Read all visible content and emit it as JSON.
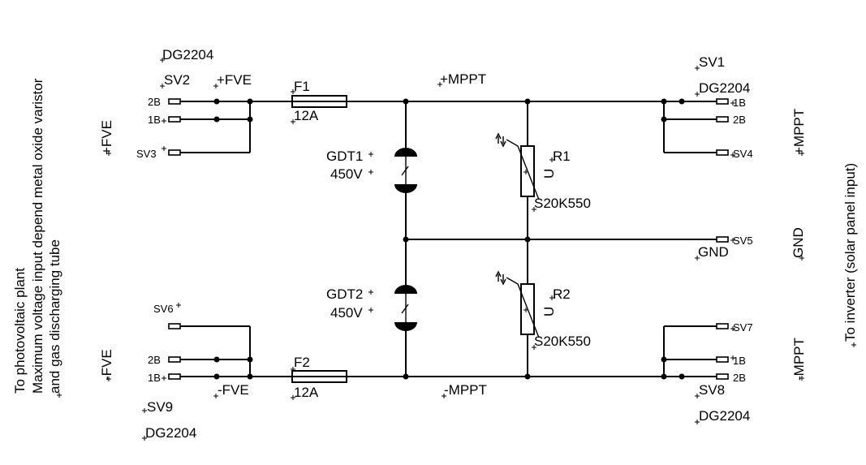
{
  "labels": {
    "dg_sv2": "DG2204",
    "sv2": "SV2",
    "fve_top": "+FVE",
    "f1": "F1",
    "f1_val": "12A",
    "mppt_top": "+MPPT",
    "sv1": "SV1",
    "dg_sv1": "DG2204",
    "fve_left_top": "+FVE",
    "sv3": "SV3",
    "gdt1": "GDT1",
    "gdt1_val": "450V",
    "r1": "R1",
    "r1_val": "S20K550",
    "sv4": "SV4",
    "mppt_right_top": "+MPPT",
    "gnd_label": "GND",
    "sv5": "SV5",
    "gnd_right": "GND",
    "gdt2": "GDT2",
    "gdt2_val": "450V",
    "r2": "R2",
    "r2_val": "S20K550",
    "sv6": "SV6",
    "fve_left_bottom": "-FVE",
    "fve_bottom": "-FVE",
    "f2": "F2",
    "f2_val": "12A",
    "mppt_bottom": "-MPPT",
    "sv7": "SV7",
    "mppt_right_bottom": "-MPPT",
    "sv8": "SV8",
    "dg_sv8": "DG2204",
    "sv9": "SV9",
    "dg_sv9": "DG2204",
    "varistor_mark": "U"
  },
  "pins": {
    "sv2_2b": "2B",
    "sv2_1b": "1B",
    "sv1_1b": "1B",
    "sv1_2b": "2B",
    "sv9_2b": "2B",
    "sv9_1b": "1B",
    "sv8_1b": "1B",
    "sv8_2b": "2B"
  },
  "notes": {
    "left_line1": "To photovoltaic plant",
    "left_line2": "Maximum voltage input depend metal oxide varistor",
    "left_line3": "and gas discharging tube",
    "right_line1": "To inverter (solar panel input)"
  }
}
